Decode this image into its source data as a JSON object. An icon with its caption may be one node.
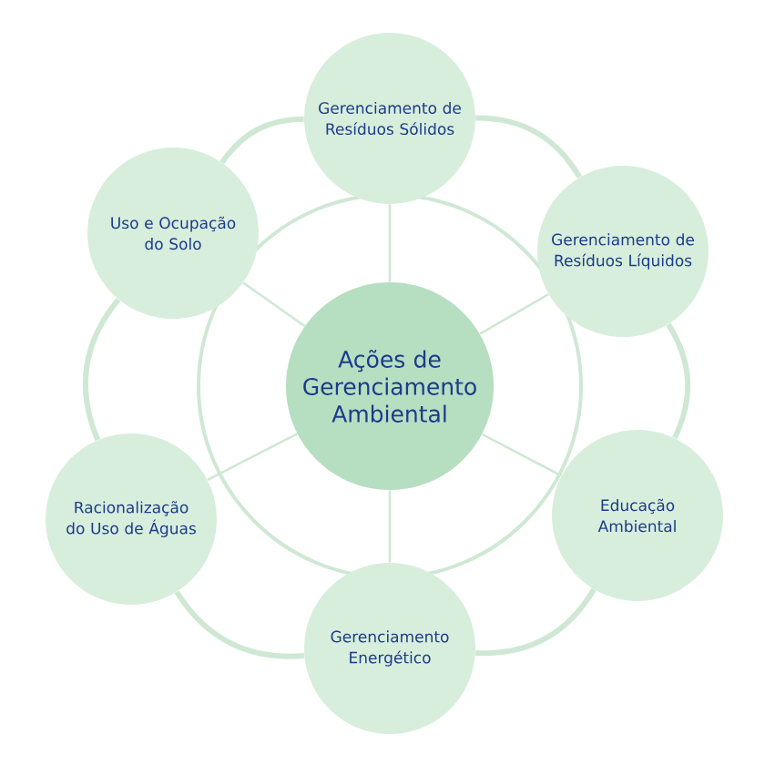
{
  "diagram": {
    "nodes": [
      {
        "text": [
          "Ações de Gerenciamento Ambiental"
        ]
      },
      {
        "text": [
          "Gerenciamento de Resíduos Sólidos"
        ]
      },
      {
        "text": [
          "Gerenciamento de Resíduos Líquidos"
        ]
      },
      {
        "text": [
          "Educação Ambiental"
        ]
      },
      {
        "text": [
          "Gerenciamento Energético"
        ]
      },
      {
        "text": [
          "Racionalização do Uso de Águas"
        ]
      },
      {
        "text": [
          "Uso e Ocupação do Solo"
        ]
      }
    ],
    "edges": [
      {
        "from": 0,
        "to": 1,
        "arrow": "none"
      },
      {
        "from": 0,
        "to": 2,
        "arrow": "none"
      },
      {
        "from": 0,
        "to": 3,
        "arrow": "none"
      },
      {
        "from": 0,
        "to": 4,
        "arrow": "none"
      },
      {
        "from": 0,
        "to": 5,
        "arrow": "none"
      },
      {
        "from": 0,
        "to": 6,
        "arrow": "none"
      },
      {
        "from": 1,
        "to": 2,
        "arrow": "none",
        "style": "thick"
      },
      {
        "from": 2,
        "to": 3,
        "arrow": "none",
        "style": "thick"
      },
      {
        "from": 3,
        "to": 4,
        "arrow": "none",
        "style": "thick"
      },
      {
        "from": 4,
        "to": 5,
        "arrow": "none",
        "style": "thick"
      },
      {
        "from": 5,
        "to": 6,
        "arrow": "none",
        "style": "thick"
      },
      {
        "from": 6,
        "to": 1,
        "arrow": "none",
        "style": "thick"
      }
    ]
  }
}
